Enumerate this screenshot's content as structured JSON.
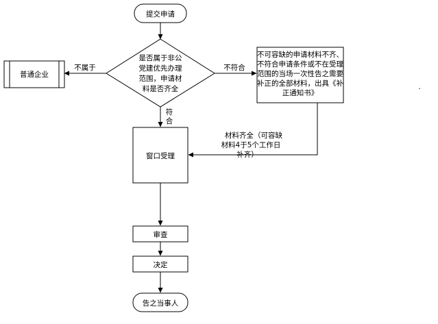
{
  "nodes": {
    "start": "提交申请",
    "decision": [
      "是否属于非公",
      "党建优先办理",
      "范围，申请材",
      "料是否齐全"
    ],
    "normal": "普通企业",
    "notice": [
      "不可容缺的申请材料不齐、",
      "不符合申请条件或不在受理",
      "范围的当场一次性告之需要",
      "补正的全部材料，出具《补",
      "正通知书》"
    ],
    "accept": "窗口受理",
    "review": "审查",
    "decide": "决定",
    "inform": "告之当事人"
  },
  "edges": {
    "not_belong": "不属于",
    "not_comply": "不符合",
    "comply": [
      "符",
      "合"
    ],
    "complete": [
      "材料齐全（可容缺",
      "材料4于5个工作日",
      "补齐）"
    ]
  },
  "stray_mark": "."
}
